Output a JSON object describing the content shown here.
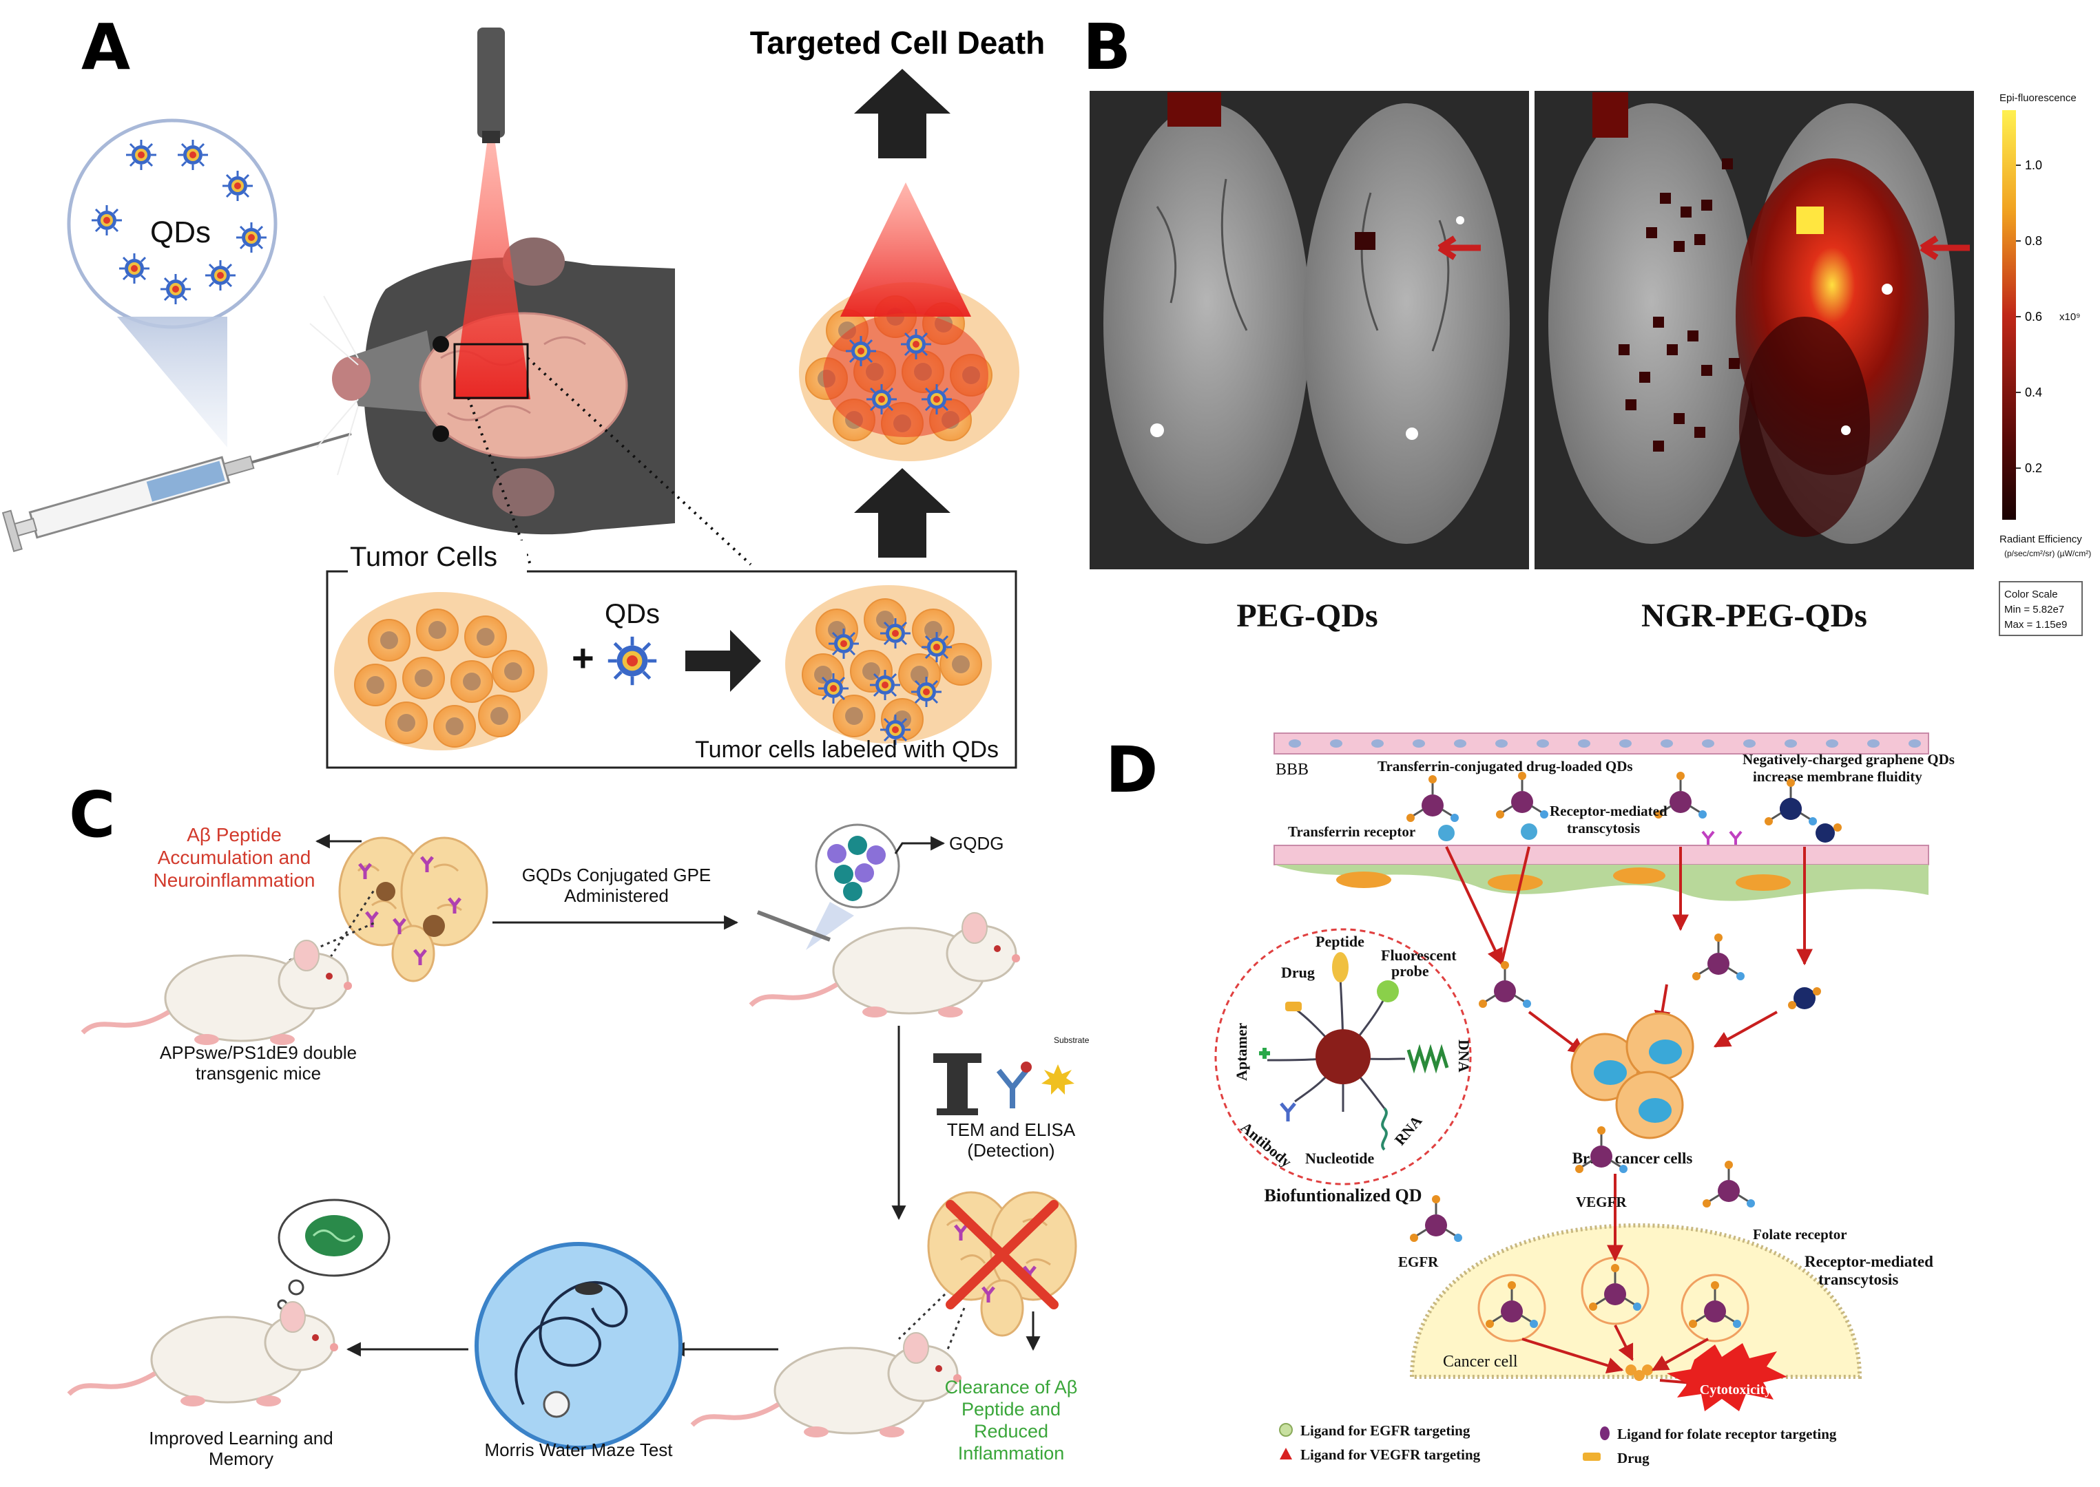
{
  "panels": {
    "A": {
      "letter": "A",
      "qds_bubble_label": "QDs",
      "top_label": "Targeted Cell Death",
      "tumor_cells_label": "Tumor Cells",
      "plus_qds_label": "QDs",
      "labeled_label": "Tumor cells labeled with QDs"
    },
    "B": {
      "letter": "B",
      "left_caption": "PEG-QDs",
      "right_caption": "NGR-PEG-QDs",
      "colorbar": {
        "title": "Epi-fluorescence",
        "ticks": [
          "1.0",
          "0.8",
          "0.6",
          "0.4",
          "0.2"
        ],
        "multiplier": "x10⁹",
        "unit_title": "Radiant Efficiency",
        "unit": "(p/sec/cm²/sr)\n(µW/cm²)",
        "scale_title": "Color Scale",
        "min": "Min = 5.82e7",
        "max": "Max = 1.15e9"
      }
    },
    "C": {
      "letter": "C",
      "abeta_label": [
        "Aβ Peptide",
        "Accumulation and",
        "Neuroinflammation"
      ],
      "mice_label": [
        "APPswe/PS1dE9 double",
        "transgenic mice"
      ],
      "arrow1_label": [
        "GQDs Conjugated GPE",
        "Administered"
      ],
      "gqdg_label": "GQDG",
      "detection_label": [
        "TEM and ELISA",
        "(Detection)"
      ],
      "substrate_label": "Substrate",
      "clearance_label": [
        "Clearance of Aβ",
        "Peptide and",
        "Reduced",
        "Inflammation"
      ],
      "maze_label": "Morris Water Maze Test",
      "improved_label": [
        "Improved Learning and",
        "Memory"
      ]
    },
    "D": {
      "letter": "D",
      "bbb": "BBB",
      "transferrin_conj": "Transferrin-conjugated drug-loaded QDs",
      "neg_graphene": [
        "Negatively-charged graphene QDs",
        "increase membrane fluidity"
      ],
      "transferrin_receptor": "Transferrin receptor",
      "rmt_top": [
        "Receptor-mediated",
        "transcytosis"
      ],
      "qd_parts": {
        "drug": "Drug",
        "peptide": "Peptide",
        "fluorescent": "Fluorescent",
        "probe": "probe",
        "aptamer": "Aptamer",
        "dna": "DNA",
        "antibody": "Antibody",
        "nucleotide": "Nucleotide",
        "rna": "RNA"
      },
      "biofunc": "Biofuntionalized QD",
      "brain_cancer": "Brain cancer cells",
      "vegfr": "VEGFR",
      "egfr": "EGFR",
      "folate_receptor": "Folate receptor",
      "rmt_bottom": [
        "Receptor-mediated",
        "transcytosis"
      ],
      "cancer_cell": "Cancer cell",
      "cytotoxicity": "Cytotoxicity",
      "legend": {
        "egfr": "Ligand for EGFR targeting",
        "vegfr": "Ligand for VEGFR targeting",
        "folate": "Ligand for folate receptor targeting",
        "drug": "Drug"
      }
    }
  },
  "colors": {
    "red_text": "#d23a2c",
    "green_text": "#3aa63a",
    "laser_red": "#e8201e",
    "tumor_orange": "#f2a45c",
    "qd_blue": "#3a68c8"
  }
}
